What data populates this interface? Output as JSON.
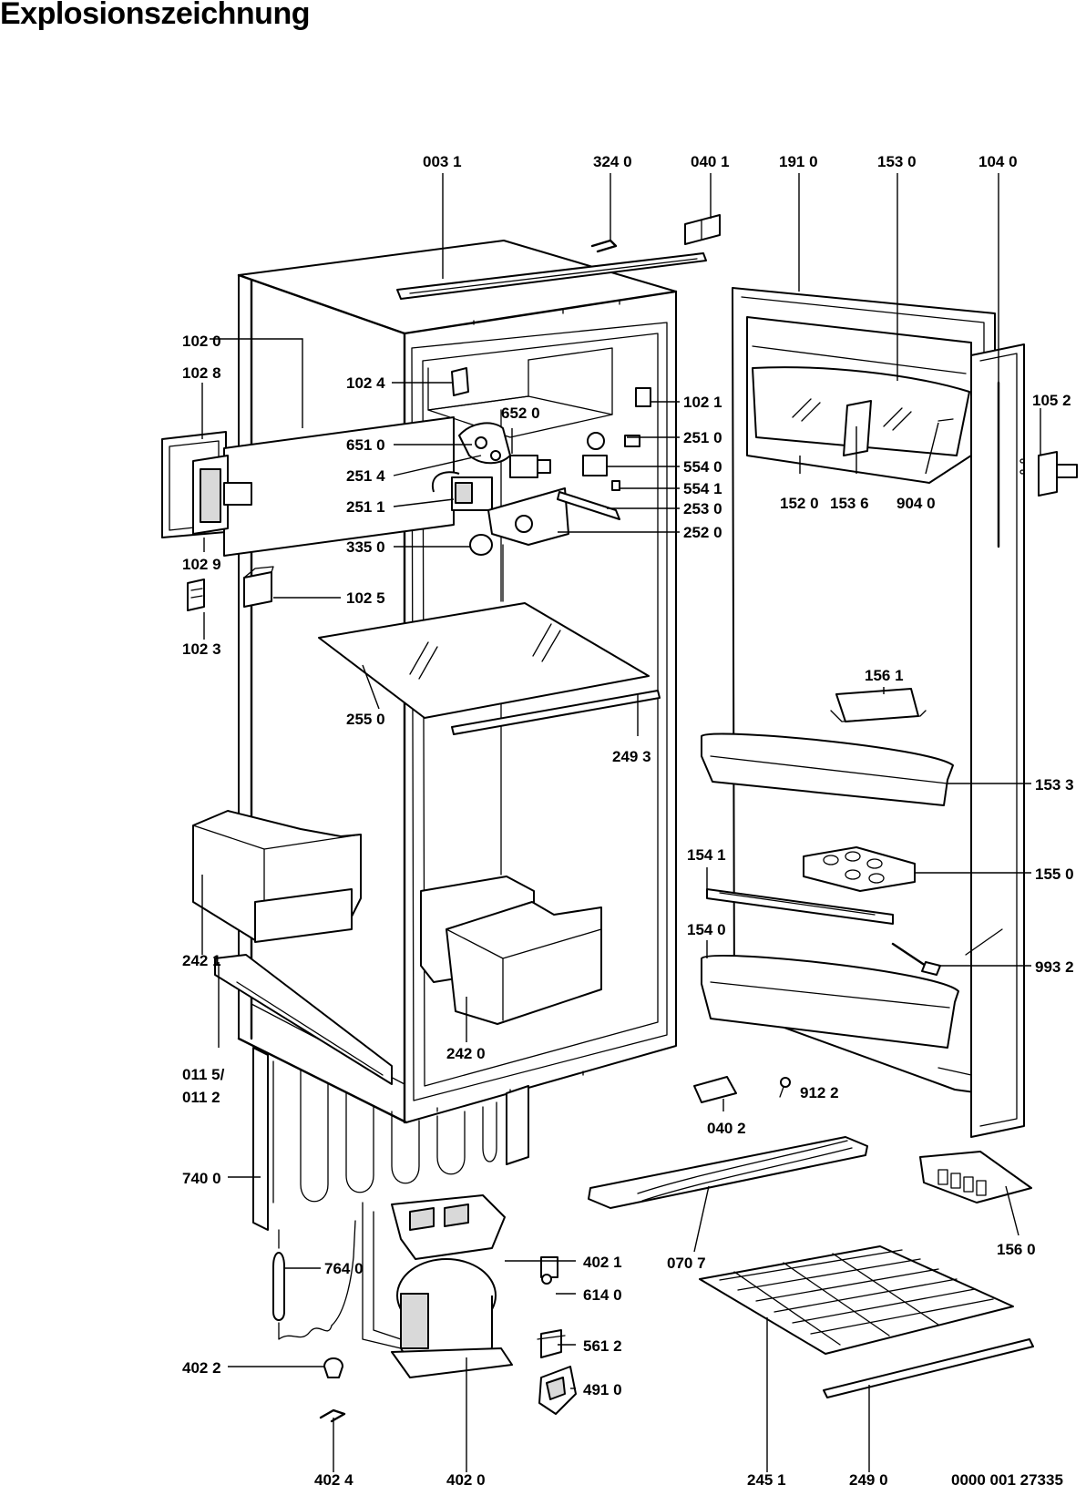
{
  "title": "Explosionszeichnung",
  "document_number": "0000 001 27335",
  "callouts": [
    "003 1",
    "324 0",
    "040 1",
    "191 0",
    "153 0",
    "104 0",
    "102 0",
    "102 8",
    "102 4",
    "102 1",
    "105 2",
    "652 0",
    "651 0",
    "251 0",
    "251 4",
    "554 0",
    "554 1",
    "251 1",
    "253 0",
    "152 0",
    "153 6",
    "904 0",
    "335 0",
    "252 0",
    "102 9",
    "102 5",
    "102 3",
    "156 1",
    "255 0",
    "249 3",
    "153 3",
    "154 1",
    "155 0",
    "154 0",
    "993 2",
    "242 1",
    "242 0",
    "011 5/",
    "011 2",
    "912 2",
    "040 2",
    "740 0",
    "156 0",
    "070 7",
    "402 1",
    "764 0",
    "614 0",
    "561 2",
    "402 2",
    "491 0",
    "402 4",
    "402 0",
    "245 1",
    "249 0"
  ]
}
